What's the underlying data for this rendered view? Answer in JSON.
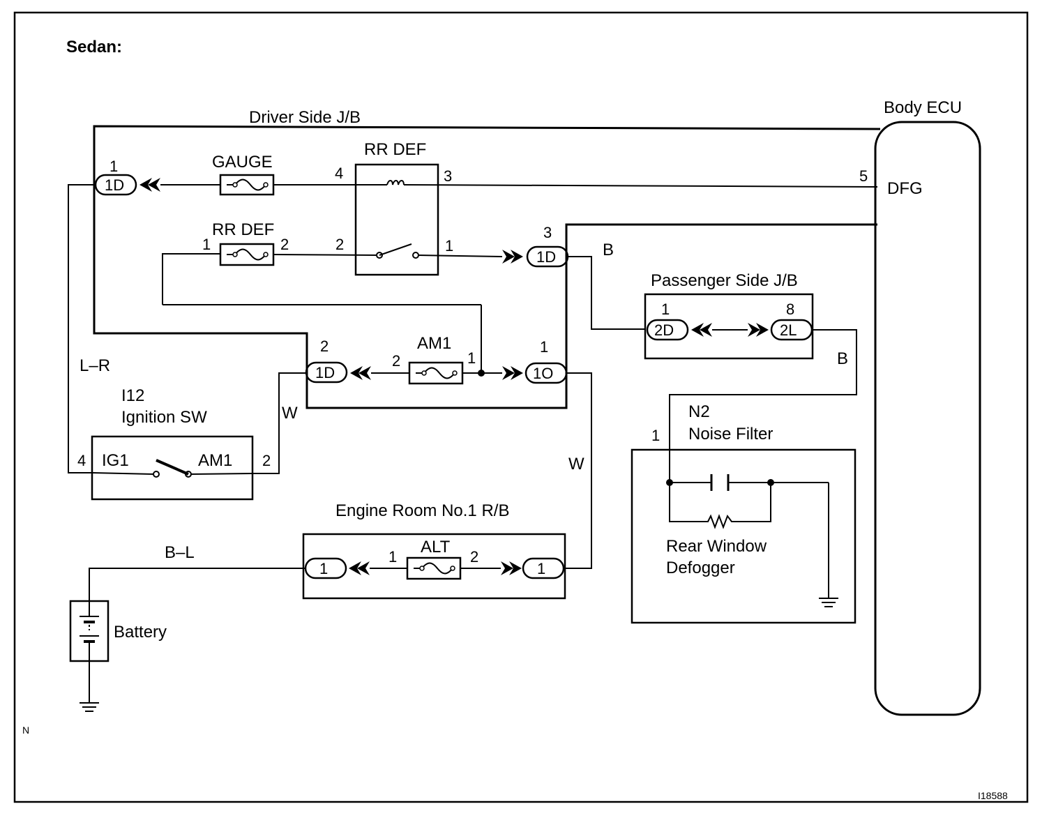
{
  "title": "Sedan:",
  "labels": {
    "driver_jb": "Driver Side J/B",
    "body_ecu": "Body ECU",
    "dfg": "DFG",
    "gauge_fuse": "GAUGE",
    "rr_def_relay": "RR DEF",
    "rr_def_fuse": "RR DEF",
    "am1_fuse": "AM1",
    "passenger_jb": "Passenger Side J/B",
    "ignition_code": "I12",
    "ignition_name": "Ignition SW",
    "ig1": "IG1",
    "am1_term": "AM1",
    "noise_code": "N2",
    "noise_name": "Noise Filter",
    "defogger_line1": "Rear Window",
    "defogger_line2": "Defogger",
    "engine_rb": "Engine Room No.1 R/B",
    "alt_fuse": "ALT",
    "battery": "Battery",
    "corner_n": "N",
    "figure_id": "I18588"
  },
  "wire_colors": {
    "lr": "L–R",
    "w1": "W",
    "w2": "W",
    "b1": "B",
    "b2": "B",
    "bl": "B–L"
  },
  "connectors": {
    "c_1d_gauge": "1D",
    "c_1d_rr": "1D",
    "c_1d_am1": "1D",
    "c_1o": "1O",
    "c_2d": "2D",
    "c_2l": "2L",
    "c_alt_left": "1",
    "c_alt_right": "1"
  },
  "pins": {
    "p_1d_gauge": "1",
    "p_relay_4": "4",
    "p_relay_3": "3",
    "p_ecu_5": "5",
    "p_rrfuse_1": "1",
    "p_rrfuse_2": "2",
    "p_relay_2": "2",
    "p_relay_1": "1",
    "p_1d_rr": "3",
    "p_2d": "1",
    "p_2l": "8",
    "p_1d_am1": "2",
    "p_am1_2": "2",
    "p_am1_1": "1",
    "p_1o": "1",
    "p_ig_4": "4",
    "p_ig_2": "2",
    "p_noise_1": "1",
    "p_alt_1": "1",
    "p_alt_2": "2"
  }
}
